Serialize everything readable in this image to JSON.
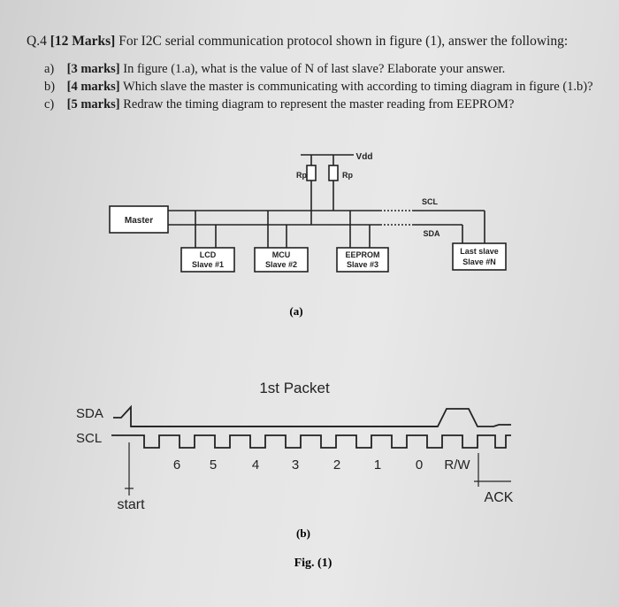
{
  "question": {
    "number": "Q.4",
    "marks": "[12 Marks]",
    "text": "For I2C serial communication protocol shown in figure (1), answer the following:"
  },
  "parts": [
    {
      "label": "a)",
      "marks": "[3 marks]",
      "text": "In figure (1.a), what is the value of N of last slave? Elaborate your answer."
    },
    {
      "label": "b)",
      "marks": "[4 marks]",
      "text": "Which slave the master is communicating with according to timing diagram in figure (1.b)?"
    },
    {
      "label": "c)",
      "marks": "[5 marks]",
      "text": "Redraw the timing diagram to represent the master reading from EEPROM?"
    }
  ],
  "figure_a": {
    "vdd": "Vdd",
    "rp_left": "Rp",
    "rp_right": "Rp",
    "scl": "SCL",
    "sda": "SDA",
    "master": "Master",
    "slaves": [
      {
        "name": "LCD",
        "id": "Slave #1"
      },
      {
        "name": "MCU",
        "id": "Slave #2"
      },
      {
        "name": "EEPROM",
        "id": "Slave #3"
      },
      {
        "name": "Last slave",
        "id": "Slave #N"
      }
    ],
    "caption": "(a)"
  },
  "figure_b": {
    "title": "1st Packet",
    "sda": "SDA",
    "scl": "SCL",
    "bits": [
      "6",
      "5",
      "4",
      "3",
      "2",
      "1",
      "0",
      "R/W"
    ],
    "start": "start",
    "ack": "ACK",
    "caption": "(b)"
  },
  "fig_caption": "Fig. (1)"
}
